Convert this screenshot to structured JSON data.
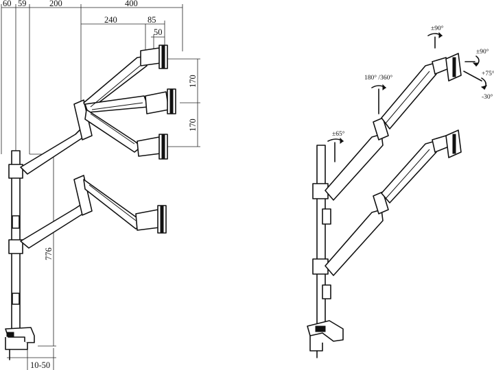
{
  "dimensions": {
    "top_row": [
      "60",
      "59",
      "200",
      "400"
    ],
    "second_row": [
      "240",
      "85"
    ],
    "third_row": [
      "50"
    ],
    "vertical_right": [
      "170",
      "170"
    ],
    "pole_height": "776",
    "clamp_range": "10-50"
  },
  "rotation_labels": {
    "top_tilt": "±90°",
    "side_swivel": "±90°",
    "tilt_up": "+75°",
    "tilt_down": "-30°",
    "arm_rotation": "180° /360°",
    "base_rotation": "±65°"
  },
  "colors": {
    "line": "#111111",
    "background": "#ffffff"
  }
}
